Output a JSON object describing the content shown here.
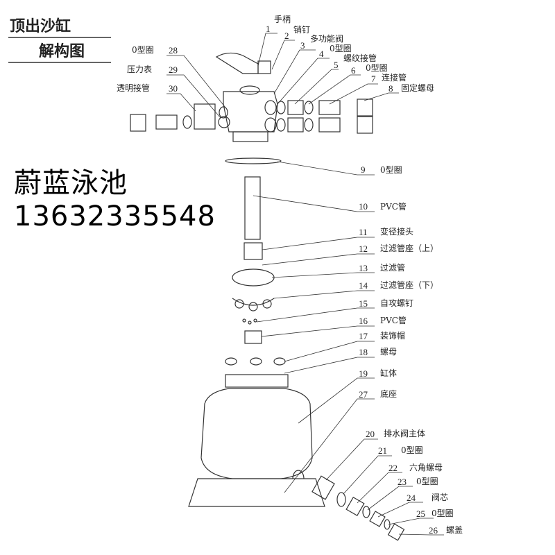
{
  "title": {
    "line1": "顶出沙缸",
    "line2": "解构图"
  },
  "watermark": {
    "name": "蔚蓝泳池",
    "phone": "13632335548"
  },
  "parts": [
    {
      "no": "1",
      "name": "手柄"
    },
    {
      "no": "2",
      "name": "销钉"
    },
    {
      "no": "3",
      "name": "多功能阀"
    },
    {
      "no": "4",
      "name": "0型圈"
    },
    {
      "no": "5",
      "name": "螺纹接管"
    },
    {
      "no": "6",
      "name": "0型圈"
    },
    {
      "no": "7",
      "name": "连接管"
    },
    {
      "no": "8",
      "name": "固定螺母"
    },
    {
      "no": "9",
      "name": "0型圈"
    },
    {
      "no": "10",
      "name": "PVC管"
    },
    {
      "no": "11",
      "name": "变径接头"
    },
    {
      "no": "12",
      "name": "过滤管座（上）"
    },
    {
      "no": "13",
      "name": "过滤管"
    },
    {
      "no": "14",
      "name": "过滤管座（下）"
    },
    {
      "no": "15",
      "name": "自攻螺钉"
    },
    {
      "no": "16",
      "name": "PVC管"
    },
    {
      "no": "17",
      "name": "装饰帽"
    },
    {
      "no": "18",
      "name": "螺母"
    },
    {
      "no": "19",
      "name": "缸体"
    },
    {
      "no": "20",
      "name": "排水阀主体"
    },
    {
      "no": "21",
      "name": "0型圈"
    },
    {
      "no": "22",
      "name": "六角螺母"
    },
    {
      "no": "23",
      "name": "0型圈"
    },
    {
      "no": "24",
      "name": "阀芯"
    },
    {
      "no": "25",
      "name": "0型圈"
    },
    {
      "no": "26",
      "name": "螺盖"
    },
    {
      "no": "27",
      "name": "底座"
    },
    {
      "no": "28",
      "name": "0型圈"
    },
    {
      "no": "29",
      "name": "压力表"
    },
    {
      "no": "30",
      "name": "透明接管"
    }
  ]
}
